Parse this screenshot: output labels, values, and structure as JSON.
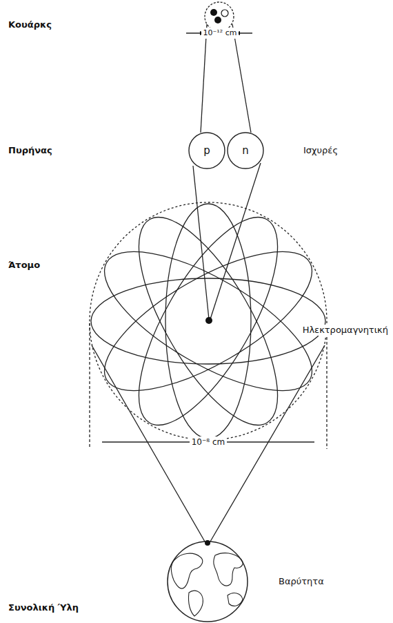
{
  "diagram": {
    "nodes": [
      {
        "text": [
          "p"
        ]
      },
      {
        "text": [
          "n"
        ]
      }
    ],
    "labels": [
      "Κουάρκς",
      "10⁻¹² cm",
      "Πυρήνας",
      "Ισχυρές",
      "Άτομο",
      "Ηλεκτρομαγνητική",
      "10⁻⁸ cm",
      "Συνολική Ύλη",
      "Βαρύτητα"
    ]
  }
}
